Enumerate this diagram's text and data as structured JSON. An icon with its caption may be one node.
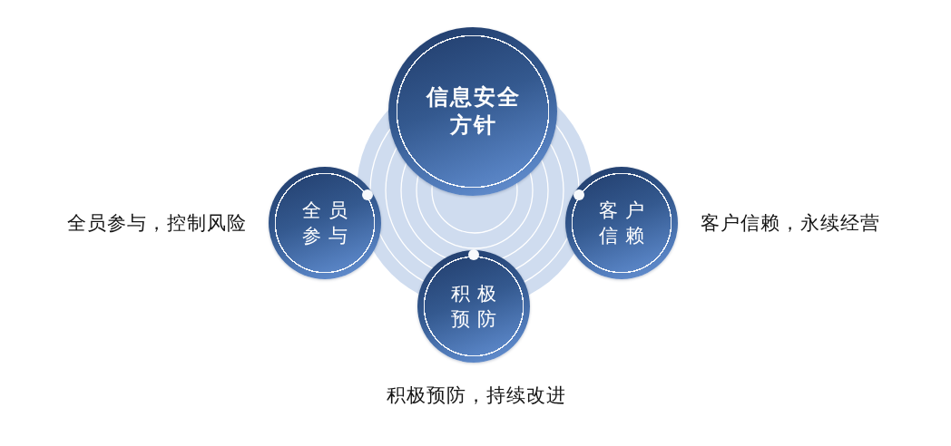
{
  "diagram": {
    "nodes": [
      {
        "text": [
          "信息安全方针"
        ]
      },
      {
        "text": [
          "全员参与"
        ],
        "beside": [
          "全员参与，控制风险"
        ]
      },
      {
        "text": [
          "客户信赖"
        ],
        "beside": [
          "客户信赖，永续经营"
        ]
      },
      {
        "text": [
          "积极预防"
        ],
        "beside": [
          "积极预防，持续改进"
        ]
      }
    ]
  }
}
